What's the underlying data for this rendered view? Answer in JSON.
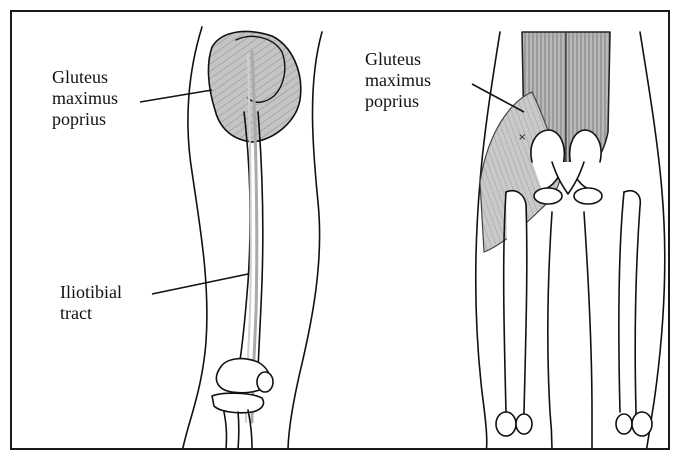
{
  "labels": {
    "gluteus_left": "Gluteus\nmaximus\npoprius",
    "iliotibial": "Iliotibial\ntract",
    "gluteus_right": "Gluteus\nmaximus\npoprius"
  },
  "colors": {
    "muscle_fill": "#bdbdbd",
    "outline": "#111111",
    "border": "#1a1a1a"
  }
}
